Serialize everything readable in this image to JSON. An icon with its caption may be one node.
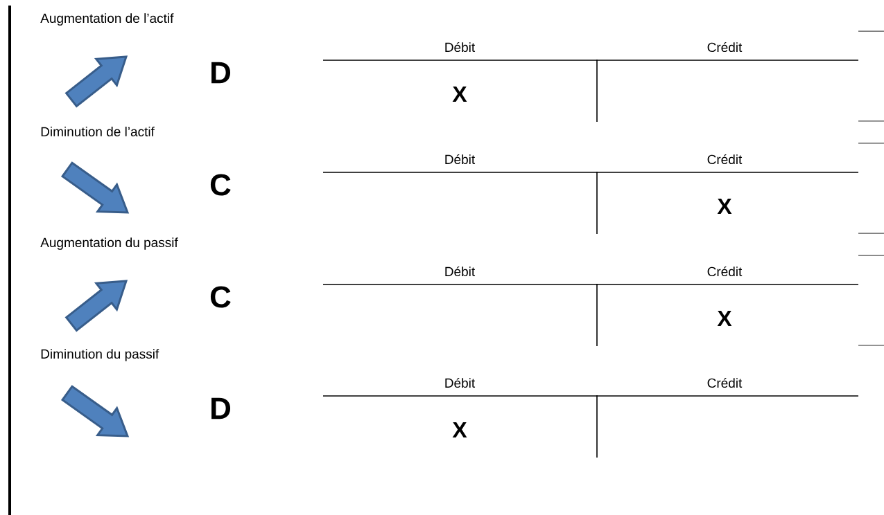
{
  "diagram": {
    "labels": [
      "Augmentation de l’actif",
      "D",
      "Débit",
      "Crédit",
      "X",
      "Diminution de l’actif",
      "C",
      "Débit",
      "Crédit",
      "X",
      "Augmentation du passif",
      "C",
      "Débit",
      "Crédit",
      "X",
      "Diminution du passif",
      "D",
      "Débit",
      "Crédit",
      "X"
    ]
  }
}
